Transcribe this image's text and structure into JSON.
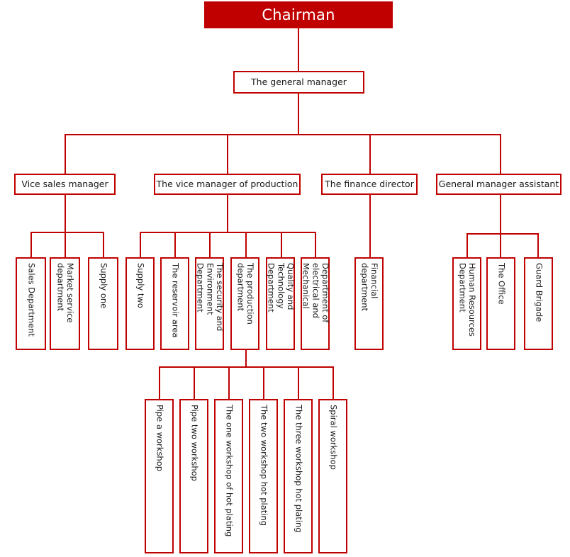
{
  "chart_data": {
    "type": "diagram",
    "title": "Organizational Structure Chart",
    "accent_color": "#c00000",
    "root": {
      "label": "Chairman",
      "children": [
        {
          "label": "The general manager",
          "children": [
            {
              "label": "Vice sales manager",
              "children": [
                {
                  "label": "Sales Department"
                },
                {
                  "label": "Market service department"
                },
                {
                  "label": "Supply one"
                }
              ]
            },
            {
              "label": "The vice manager of production",
              "children": [
                {
                  "label": "Supply two"
                },
                {
                  "label": "The reservoir area"
                },
                {
                  "label": "The security and Environment Department"
                },
                {
                  "label": "The production department",
                  "children": [
                    {
                      "label": "Pipe a workshop"
                    },
                    {
                      "label": "Pipe two workshop"
                    },
                    {
                      "label": "The one workshop of hot plating"
                    },
                    {
                      "label": "The two workshop hot plating"
                    },
                    {
                      "label": "The three workshop hot plating"
                    },
                    {
                      "label": "Spiral workshop"
                    }
                  ]
                },
                {
                  "label": "Quality and Technology Department"
                },
                {
                  "label": "Department of electrical and Mechanical"
                }
              ]
            },
            {
              "label": "The finance director",
              "children": [
                {
                  "label": "Financial department"
                }
              ]
            },
            {
              "label": "General manager assistant",
              "children": [
                {
                  "label": "Human Resources Department"
                },
                {
                  "label": "The Office"
                },
                {
                  "label": "Guard Brigade"
                }
              ]
            }
          ]
        }
      ]
    }
  },
  "nodes": {
    "chairman": "Chairman",
    "general_manager": "The general manager",
    "vice_sales_manager": "Vice sales manager",
    "vice_manager_production": "The vice manager of production",
    "finance_director": "The finance director",
    "general_manager_assistant": "General manager assistant",
    "sales_department": "Sales Department",
    "market_service_department": "Market service department",
    "supply_one": "Supply one",
    "supply_two": "Supply two",
    "reservoir_area": "The reservoir area",
    "security_environment_department": "The security and Environment Department",
    "production_department": "The production department",
    "quality_technology_department": "Quality and Technology Department",
    "electrical_mechanical_department": "Department of electrical and Mechanical",
    "financial_department": "Financial department",
    "human_resources_department": "Human Resources Department",
    "the_office": "The Office",
    "guard_brigade": "Guard Brigade",
    "pipe_a_workshop": "Pipe a workshop",
    "pipe_two_workshop": "Pipe two workshop",
    "one_workshop_hot_plating": "The one workshop of hot plating",
    "two_workshop_hot_plating": "The two workshop hot plating",
    "three_workshop_hot_plating": "The three workshop hot plating",
    "spiral_workshop": "Spiral workshop"
  }
}
